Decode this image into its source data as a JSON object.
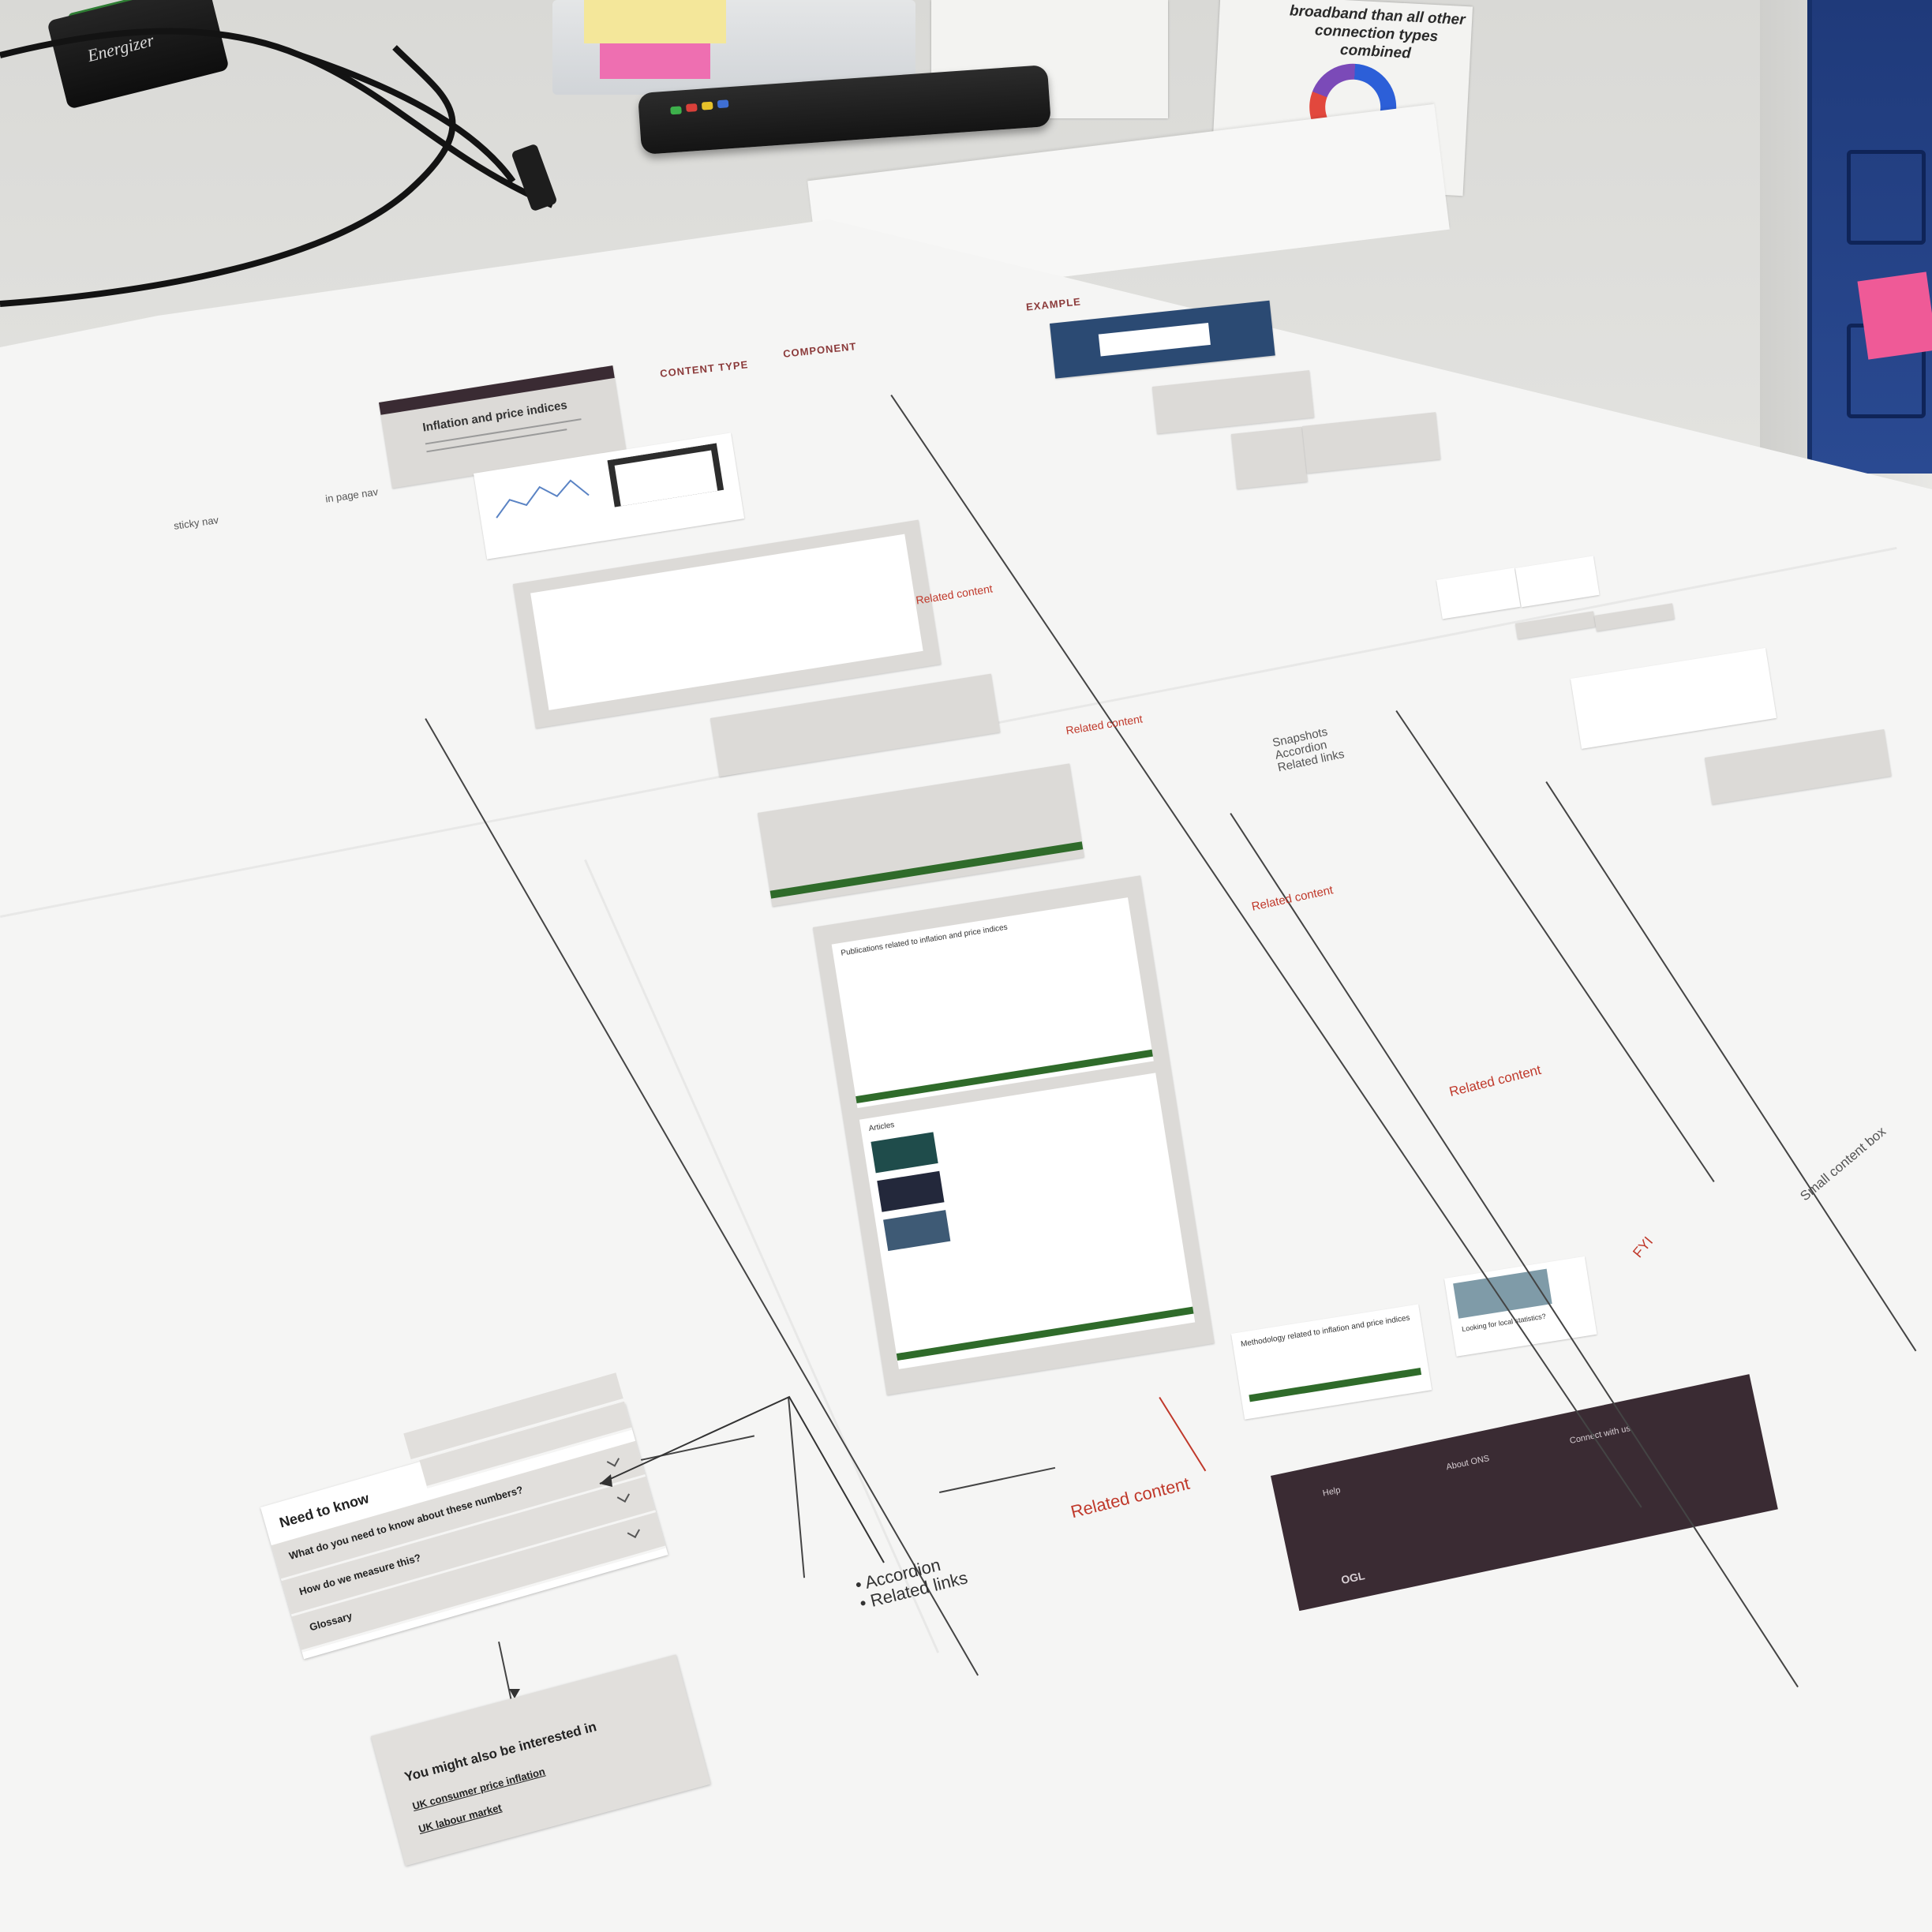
{
  "background": {
    "charger_label": "Energizer",
    "poster_heading": "broadband than all other connection types combined"
  },
  "wireframe": {
    "column_headers": [
      "CONTENT TYPE",
      "COMPONENT",
      "EXAMPLE"
    ],
    "left_labels": [
      "sticky nav",
      "in page nav"
    ],
    "page_title": "Inflation and price indices",
    "section_titles": {
      "publications": "Publications related to inflation and price indices",
      "articles": "Articles",
      "methodology": "Methodology related to inflation and price indices",
      "footer_about": "About ONS",
      "footer_connect": "Connect with us",
      "footer_help": "Help",
      "footer_logo": "OGL",
      "fyi_box": "Looking for local statistics?"
    },
    "annotations": {
      "related_content": "Related content",
      "fyi": "FYI",
      "small_content_box": "Small content box",
      "list_snapshots": "Snapshots",
      "list_accordion": "Accordion",
      "list_related_links": "Related links",
      "bottom_list_accordion": "Accordion",
      "bottom_list_related_links": "Related links"
    },
    "need_to_know": {
      "title": "Need to know",
      "items": [
        "What do you need to know about these numbers?",
        "How do we measure this?",
        "Glossary"
      ]
    },
    "might_interest": {
      "title": "You might also be interested in",
      "links": [
        "UK consumer price inflation",
        "UK labour market"
      ]
    }
  }
}
